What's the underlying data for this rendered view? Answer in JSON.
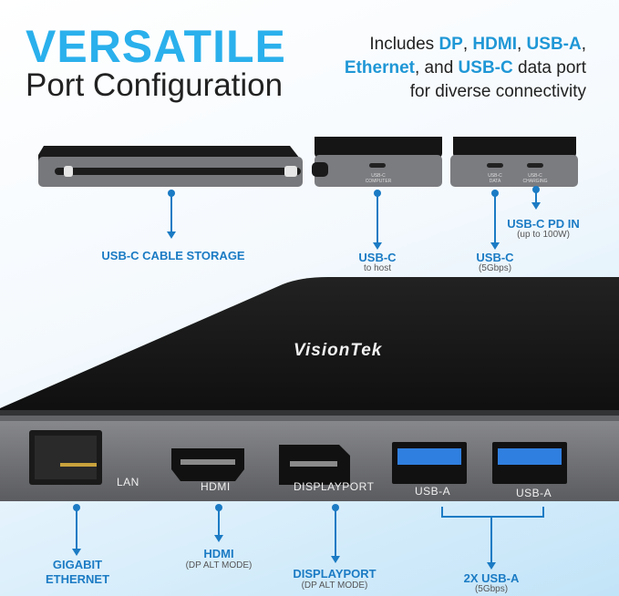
{
  "header": {
    "title": "VERSATILE",
    "subtitle": "Port Configuration"
  },
  "blurb": {
    "prefix": "Includes ",
    "dp": "DP",
    "sep1": ", ",
    "hdmi": "HDMI",
    "sep2": ", ",
    "usba": "USB-A",
    "sep3": ",",
    "ethernet": "Ethernet",
    "mid": ", and ",
    "usbc": "USB-C",
    "suffix": " data port for diverse connectivity"
  },
  "top_labels": {
    "cable_storage": "USB-C CABLE STORAGE",
    "usbc_host": "USB-C",
    "usbc_host_sub": "to host",
    "usbc_data": "USB-C",
    "usbc_data_sub": "(5Gbps)",
    "usbc_pd": "USB-C PD IN",
    "usbc_pd_sub": "(up to 100W)"
  },
  "device_small_text": {
    "computer_port": "USB-C\nCOMPUTER",
    "data_port": "USB-C\nDATA",
    "charging_port": "USB-C\nCHARGING"
  },
  "brand": "VisionTek",
  "front_ports": {
    "lan": "LAN",
    "hdmi": "HDMI",
    "displayport": "DISPLAYPORT",
    "usba1": "USB-A",
    "usba2": "USB-A"
  },
  "bottom_labels": {
    "gigabit": "GIGABIT",
    "ethernet": "ETHERNET",
    "hdmi": "HDMI",
    "hdmi_sub": "(DP ALT MODE)",
    "displayport": "DISPLAYPORT",
    "displayport_sub": "(DP ALT MODE)",
    "usba": "2X USB-A",
    "usba_sub": "(5Gbps)"
  },
  "colors": {
    "accent": "#2ab0ec",
    "label_blue": "#1b7bc4",
    "device_top": "#141414",
    "device_side": "#6e6f73",
    "usb_blue": "#2f7fe0"
  }
}
